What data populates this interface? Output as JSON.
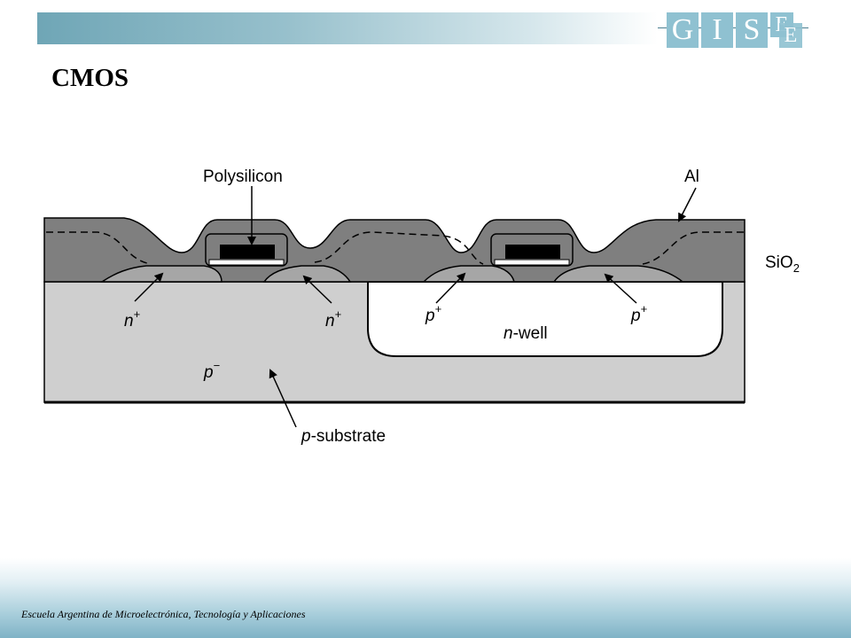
{
  "slide": {
    "title": "CMOS",
    "footer": "Escuela Argentina de Microelectrónica, Tecnología y Aplicaciones"
  },
  "logo": {
    "letters": [
      "G",
      "I",
      "S",
      "E",
      "E"
    ],
    "color": "#8fc1d1"
  },
  "diagram": {
    "labels": {
      "polysilicon": "Polysilicon",
      "al": "Al",
      "sio2": "SiO",
      "sio2_sub": "2",
      "n_plus_left": "n",
      "n_plus_right": "n",
      "n_sup": "+",
      "p_plus_left": "p",
      "p_plus_right": "p",
      "p_sup": "+",
      "n_well": "-well",
      "n_well_italic": "n",
      "p_minus": "p",
      "p_minus_sup": "−",
      "p_substrate": "-substrate",
      "p_substrate_italic": "p"
    },
    "colors": {
      "oxide": "#7f7f7f",
      "substrate": "#cfcfcf",
      "diffusion": "#a6a6a6",
      "gate": "#000000",
      "n_well": "#ffffff"
    }
  }
}
